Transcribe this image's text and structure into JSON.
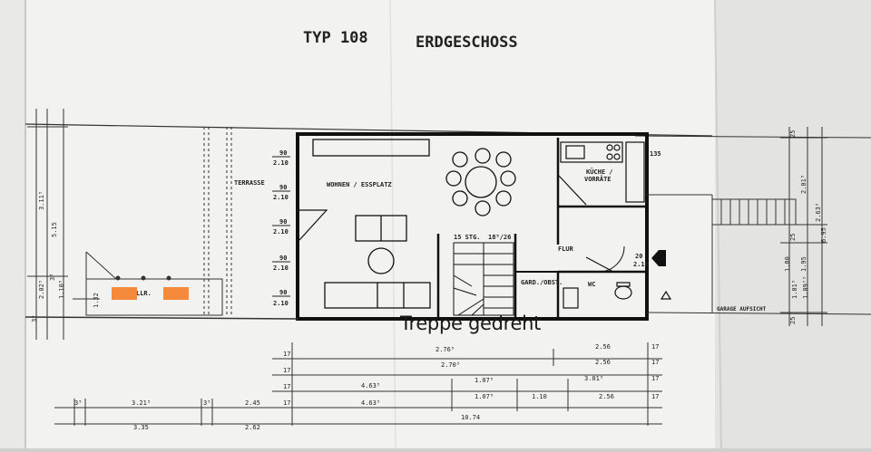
{
  "header": {
    "type": "TYP 108",
    "floor": "ERDGESCHOSS"
  },
  "rooms": {
    "terrasse": "TERRASSE",
    "wohnen": "WOHNEN / ESSPLATZ",
    "kueche_line1": "KÜCHE /",
    "kueche_line2": "VORRÄTE",
    "flur": "FLUR",
    "wc": "WC",
    "garderobe": "GARD./OBST.",
    "garage": "GARAGE AUFSICHT",
    "ller_frag": "LLR.",
    "stair_label": "15 STG.",
    "stair_ratio": "18⁵/26"
  },
  "windows": [
    {
      "top": "90",
      "bottom": "2.10"
    },
    {
      "top": "90",
      "bottom": "2.10"
    },
    {
      "top": "90",
      "bottom": "2.10"
    },
    {
      "top": "90",
      "bottom": "2.10"
    },
    {
      "top": "90",
      "bottom": "2.10"
    }
  ],
  "right_window_labels": [
    "135",
    "20",
    "2.10"
  ],
  "annotation": "Treppe gedreht",
  "redaction_color": "#f58a3c",
  "dims_bottom": {
    "row1": [
      "17",
      "2.76⁵",
      "2.56",
      "17"
    ],
    "row2": [
      "17",
      "2.70⁵",
      "2.56",
      "17"
    ],
    "row3": [
      "17",
      "4.63⁵",
      "1.07⁵",
      "3.01⁵",
      "17"
    ],
    "row4": [
      "3⁵",
      "3.21⁵",
      "3⁵",
      "2.45",
      "17",
      "4.63⁵",
      "1.07⁵",
      "1.10",
      "2.56",
      "17"
    ],
    "row5": [
      "3.35",
      "2.62",
      "10.74"
    ]
  },
  "dims_left": [
    "3.11⁵",
    "5.15",
    "2.02⁵",
    "1.10⁵",
    "1.32",
    "3⁵",
    "3⁵"
  ],
  "dims_right": [
    "2.01⁵",
    "2.63⁵",
    "1.95",
    "1.80",
    "6.95",
    "1.01⁵",
    "1.09⁷⁵",
    "25",
    "25",
    "25"
  ]
}
